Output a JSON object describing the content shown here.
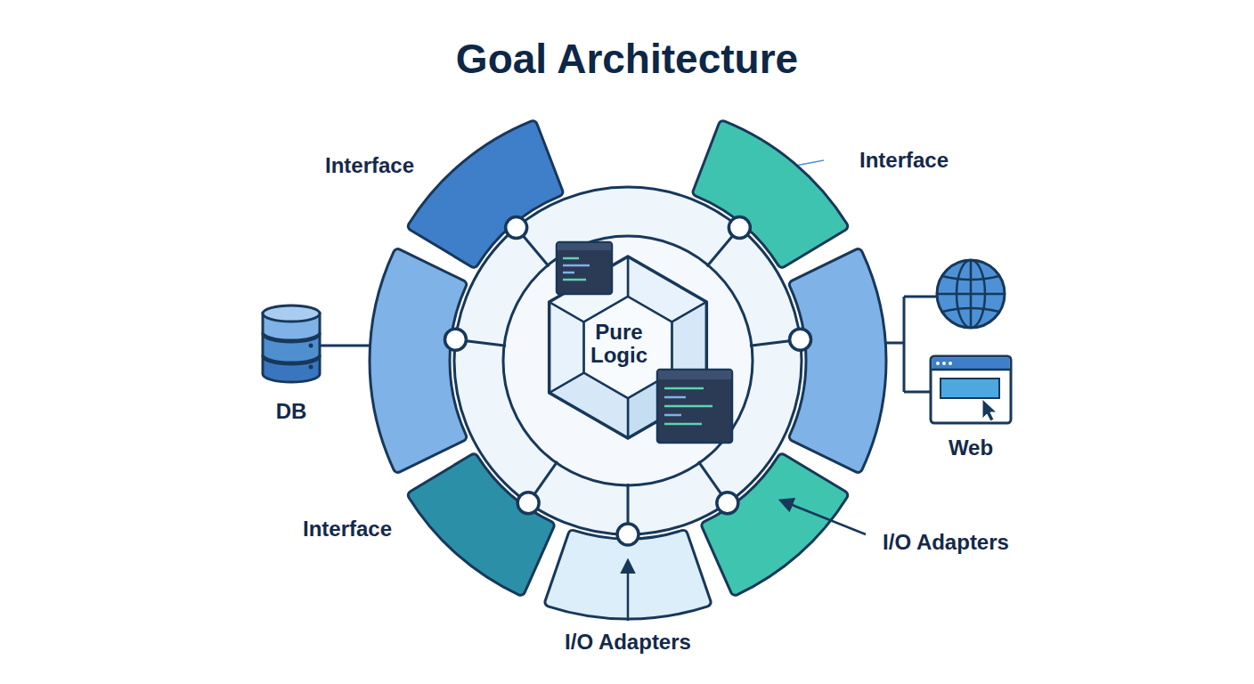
{
  "diagram": {
    "title": "Goal Architecture",
    "nodes": [
      {
        "text": [
          "Pure Logic"
        ]
      }
    ],
    "labels": [
      "Interface",
      "Interface",
      "DB",
      "Web",
      "Interface",
      "I/O Adapters",
      "I/O Adapters"
    ]
  }
}
